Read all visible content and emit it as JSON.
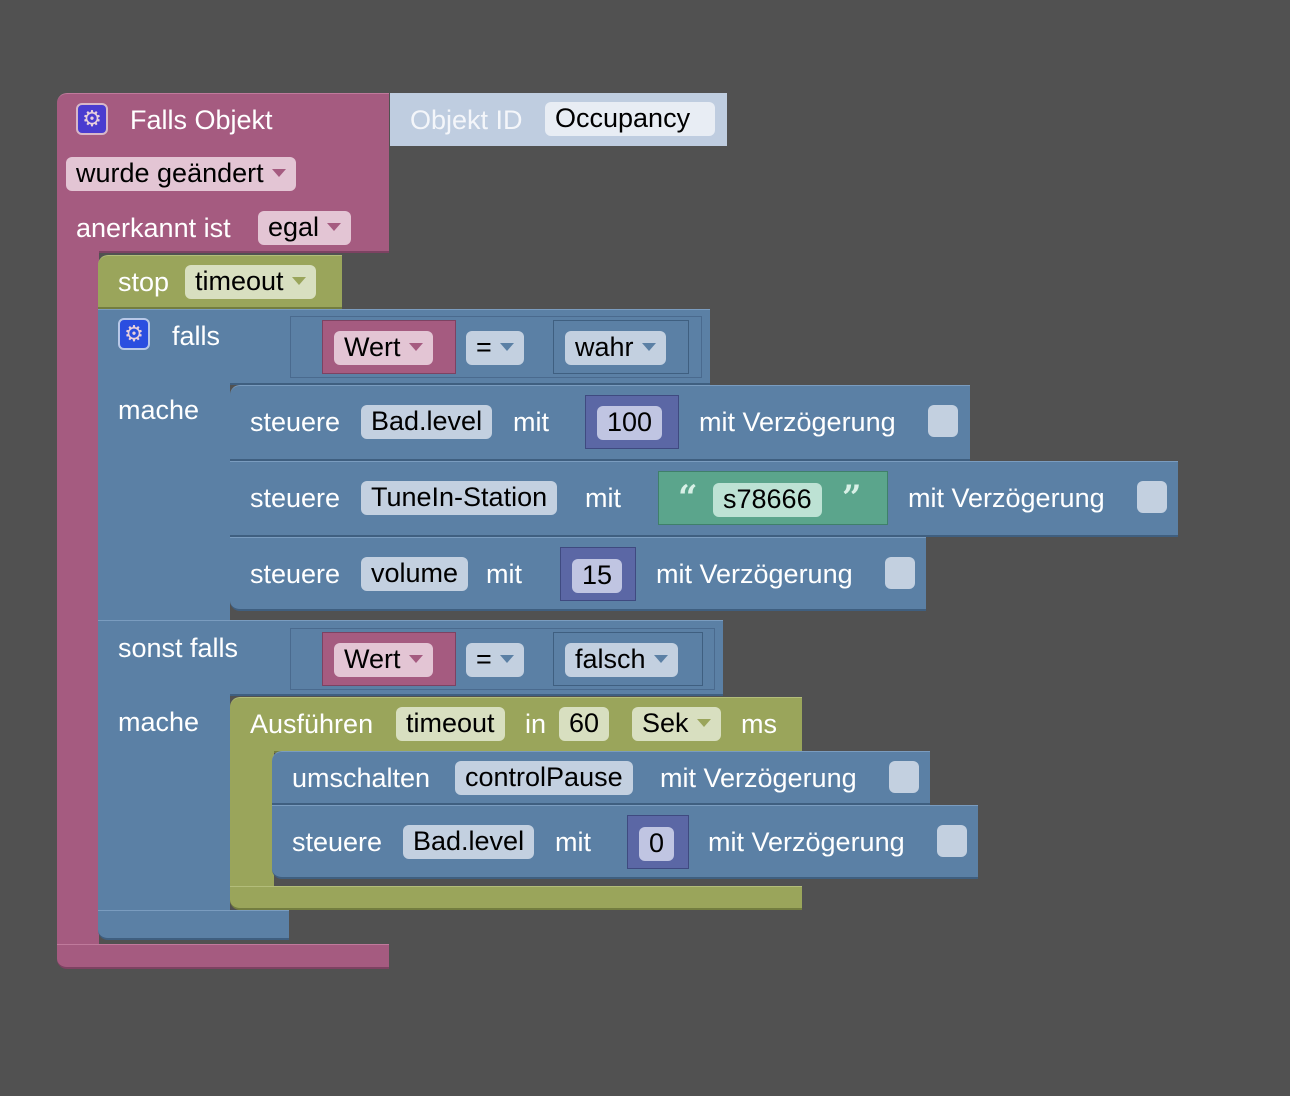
{
  "colors": {
    "background": "#515151",
    "event_block": "#a55b80",
    "logic_block": "#5b80a5",
    "timeout_block": "#9aa55b",
    "number_block": "#5b67a5",
    "text_block": "#5ba58c",
    "object_id_block": "#bfcde0"
  },
  "trigger": {
    "gear_icon": "gear-icon",
    "title": "Falls Objekt",
    "object_id_label": "Objekt ID",
    "object_id_value": "Occupancy",
    "change_mode": "wurde geändert",
    "ack_label": "anerkannt ist",
    "ack_value": "egal"
  },
  "stop": {
    "label": "stop",
    "value": "timeout"
  },
  "if_block": {
    "gear_icon": "gear-icon",
    "if_label": "falls",
    "do_label": "mache",
    "else_if_label": "sonst falls",
    "do2_label": "mache",
    "cond1": {
      "var": "Wert",
      "op": "=",
      "value": "wahr"
    },
    "cond2": {
      "var": "Wert",
      "op": "=",
      "value": "falsch"
    }
  },
  "actions1": [
    {
      "verb": "steuere",
      "target": "Bad.level",
      "with": "mit",
      "value": "100",
      "delay_label": "mit Verzögerung"
    },
    {
      "verb": "steuere",
      "target": "TuneIn-Station",
      "with": "mit",
      "value": "s78666",
      "delay_label": "mit Verzögerung"
    },
    {
      "verb": "steuere",
      "target": "volume",
      "with": "mit",
      "value": "15",
      "delay_label": "mit Verzögerung"
    }
  ],
  "timeout": {
    "label": "Ausführen",
    "name": "timeout",
    "in_label": "in",
    "value": "60",
    "unit": "Sek",
    "suffix": "ms"
  },
  "actions2": [
    {
      "verb": "umschalten",
      "target": "controlPause",
      "delay_label": "mit Verzögerung"
    },
    {
      "verb": "steuere",
      "target": "Bad.level",
      "with": "mit",
      "value": "0",
      "delay_label": "mit Verzögerung"
    }
  ]
}
